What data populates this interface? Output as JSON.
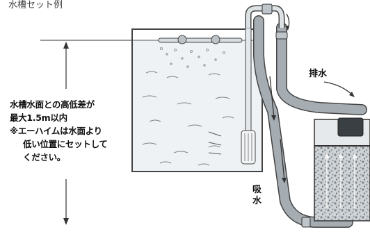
{
  "caption": "水槽セット例",
  "note": {
    "line1": "水槽水面との高低差が",
    "line2": "最大1.5m以内",
    "line3": "※エーハイムは水面より",
    "line4": "低い位置にセットして",
    "line5": "ください。"
  },
  "labels": {
    "drain": "排水",
    "intake_1": "吸",
    "intake_2": "水"
  },
  "colors": {
    "outline": "#333333",
    "water": "#eef2f5",
    "hose": "#9aa3aa",
    "filter": "#d9dde0"
  }
}
